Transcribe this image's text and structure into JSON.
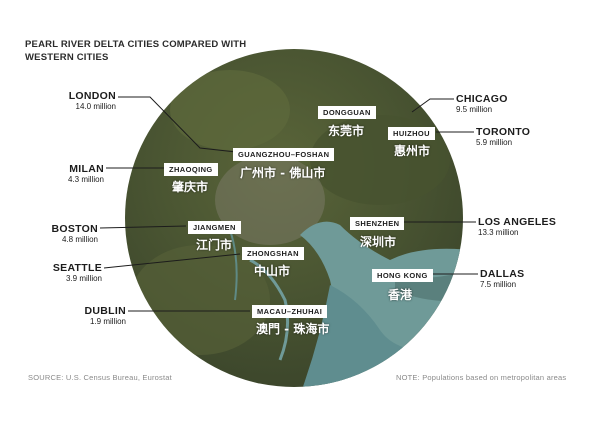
{
  "title": "PEARL RIVER DELTA CITIES COMPARED WITH WESTERN CITIES",
  "western_cities": [
    {
      "name": "LONDON",
      "population": "14.0 million"
    },
    {
      "name": "MILAN",
      "population": "4.3 million"
    },
    {
      "name": "BOSTON",
      "population": "4.8 million"
    },
    {
      "name": "SEATTLE",
      "population": "3.9 million"
    },
    {
      "name": "DUBLIN",
      "population": "1.9 million"
    },
    {
      "name": "CHICAGO",
      "population": "9.5 million"
    },
    {
      "name": "TORONTO",
      "population": "5.9 million"
    },
    {
      "name": "LOS ANGELES",
      "population": "13.3 million"
    },
    {
      "name": "DALLAS",
      "population": "7.5 million"
    }
  ],
  "delta_cities": [
    {
      "name": "DONGGUAN",
      "chinese": "东莞市"
    },
    {
      "name": "HUIZHOU",
      "chinese": "惠州市"
    },
    {
      "name": "GUANGZHOU–FOSHAN",
      "chinese": "广州市 - 佛山市"
    },
    {
      "name": "ZHAOQING",
      "chinese": "肇庆市"
    },
    {
      "name": "JIANGMEN",
      "chinese": "江门市"
    },
    {
      "name": "SHENZHEN",
      "chinese": "深圳市"
    },
    {
      "name": "ZHONGSHAN",
      "chinese": "中山市"
    },
    {
      "name": "HONG KONG",
      "chinese": "香港"
    },
    {
      "name": "MACAU–ZHUHAI",
      "chinese": "澳門 - 珠海市"
    }
  ],
  "footer": {
    "source": "SOURCE:  U.S. Census Bureau, Eurostat",
    "note": "NOTE:  Populations based on metropolitan areas"
  },
  "colors": {
    "land": "#4f5a36",
    "water": "#6f9a98",
    "leader": "#1c1c1c"
  }
}
